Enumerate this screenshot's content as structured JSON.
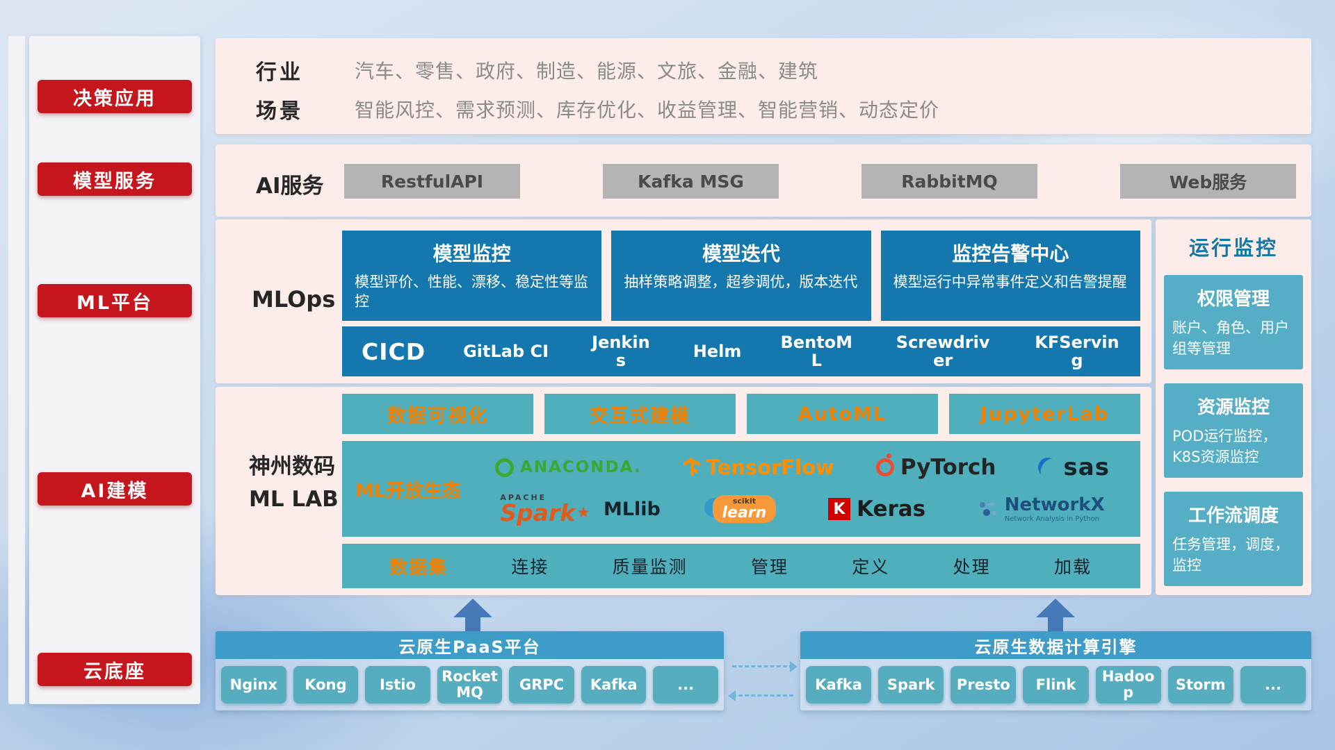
{
  "sidebar": {
    "items": [
      {
        "label": "决策应用"
      },
      {
        "label": "模型服务"
      },
      {
        "label": "ML平台"
      },
      {
        "label": "AI建模"
      },
      {
        "label": "云底座"
      }
    ]
  },
  "industry": {
    "row1_label": "行业",
    "row1_value": "汽车、零售、政府、制造、能源、文旅、金融、建筑",
    "row2_label": "场景",
    "row2_value": "智能风控、需求预测、库存优化、收益管理、智能营销、动态定价"
  },
  "ai_service": {
    "label": "AI服务",
    "buttons": [
      "RestfulAPI",
      "Kafka MSG",
      "RabbitMQ",
      "Web服务"
    ]
  },
  "mlops": {
    "label": "MLOps",
    "cards": [
      {
        "title": "模型监控",
        "desc": "模型评价、性能、漂移、稳定性等监控"
      },
      {
        "title": "模型迭代",
        "desc": "抽样策略调整，超参调优，版本迭代"
      },
      {
        "title": "监控告警中心",
        "desc": "模型运行中异常事件定义和告警提醒"
      }
    ],
    "cicd_label": "CICD",
    "cicd_items": [
      "GitLab CI",
      "Jenkins",
      "Helm",
      "BentoML",
      "Screwdriver",
      "KFServing"
    ]
  },
  "mllab": {
    "label_line1": "神州数码",
    "label_line2": "ML LAB",
    "top_buttons": [
      "数据可视化",
      "交互式建模",
      "AutoML",
      "JupyterLab"
    ],
    "eco_label": "ML开放生态",
    "logos": {
      "anaconda": {
        "text": "ANACONDA."
      },
      "tensorflow": {
        "text": "TensorFlow"
      },
      "pytorch": {
        "text": "PyTorch"
      },
      "sas": {
        "text": "sas"
      },
      "spark": {
        "sub": "APACHE",
        "text": "Spark"
      },
      "mllib": {
        "text": "MLlib"
      },
      "scikit": {
        "top": "scikit",
        "text": "learn"
      },
      "keras": {
        "icon_letter": "K",
        "text": "Keras"
      },
      "networkx": {
        "text": "NetworkX",
        "sub": "Network Analysis in Python"
      }
    },
    "dataset_label": "数据集",
    "dataset_items": [
      "连接",
      "质量监测",
      "管理",
      "定义",
      "处理",
      "加载"
    ]
  },
  "monitor": {
    "title": "运行监控",
    "cards": [
      {
        "title": "权限管理",
        "desc": "账户、角色、用户组等管理"
      },
      {
        "title": "资源监控",
        "desc": "POD运行监控，K8S资源监控"
      },
      {
        "title": "工作流调度",
        "desc": "任务管理，调度，监控"
      }
    ]
  },
  "bottom": {
    "paas_title": "云原生PaaS平台",
    "paas_items": [
      "Nginx",
      "Kong",
      "Istio",
      "RocketMQ",
      "GRPC",
      "Kafka",
      "..."
    ],
    "engine_title": "云原生数据计算引擎",
    "engine_items": [
      "Kafka",
      "Spark",
      "Presto",
      "Flink",
      "Hadoop",
      "Storm",
      "..."
    ]
  },
  "colors": {
    "accent_red": "#c5161d",
    "panel_pink": "#fcedea",
    "card_blue": "#1478af",
    "teal": "#4fafbc",
    "accent_orange": "#f08200",
    "cloud_blue": "#3d9cc8"
  }
}
